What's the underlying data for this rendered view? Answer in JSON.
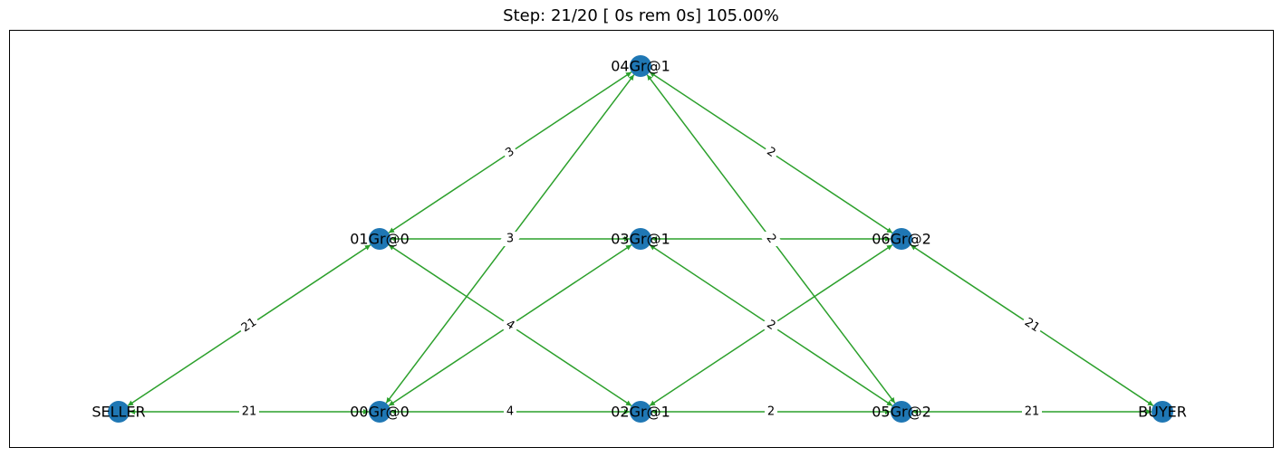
{
  "title": "Step: 21/20 [ 0s rem  0s] 105.00%",
  "colors": {
    "node": "#1f77b4",
    "edge": "#2ca02c",
    "frame": "#000000"
  },
  "nodes": [
    {
      "id": "SELLER",
      "label": "SELLER"
    },
    {
      "id": "00Gr@0",
      "label": "00Gr@0"
    },
    {
      "id": "01Gr@0",
      "label": "01Gr@0"
    },
    {
      "id": "02Gr@1",
      "label": "02Gr@1"
    },
    {
      "id": "03Gr@1",
      "label": "03Gr@1"
    },
    {
      "id": "04Gr@1",
      "label": "04Gr@1"
    },
    {
      "id": "05Gr@2",
      "label": "05Gr@2"
    },
    {
      "id": "06Gr@2",
      "label": "06Gr@2"
    },
    {
      "id": "BUYER",
      "label": "BUYER"
    }
  ],
  "edges": [
    {
      "source": "SELLER",
      "target": "00Gr@0",
      "label": "21"
    },
    {
      "source": "SELLER",
      "target": "01Gr@0",
      "label": "21"
    },
    {
      "source": "00Gr@0",
      "target": "02Gr@1",
      "label": "4"
    },
    {
      "source": "00Gr@0",
      "target": "03Gr@1",
      "label": "4"
    },
    {
      "source": "00Gr@0",
      "target": "04Gr@1",
      "label": "3"
    },
    {
      "source": "01Gr@0",
      "target": "02Gr@1",
      "label": "4"
    },
    {
      "source": "01Gr@0",
      "target": "03Gr@1",
      "label": "3"
    },
    {
      "source": "01Gr@0",
      "target": "04Gr@1",
      "label": "3"
    },
    {
      "source": "02Gr@1",
      "target": "05Gr@2",
      "label": "2"
    },
    {
      "source": "02Gr@1",
      "target": "06Gr@2",
      "label": "2"
    },
    {
      "source": "03Gr@1",
      "target": "05Gr@2",
      "label": "2"
    },
    {
      "source": "03Gr@1",
      "target": "06Gr@2",
      "label": "2"
    },
    {
      "source": "04Gr@1",
      "target": "05Gr@2",
      "label": "2"
    },
    {
      "source": "04Gr@1",
      "target": "06Gr@2",
      "label": "2"
    },
    {
      "source": "05Gr@2",
      "target": "BUYER",
      "label": "21"
    },
    {
      "source": "06Gr@2",
      "target": "BUYER",
      "label": "21"
    }
  ]
}
